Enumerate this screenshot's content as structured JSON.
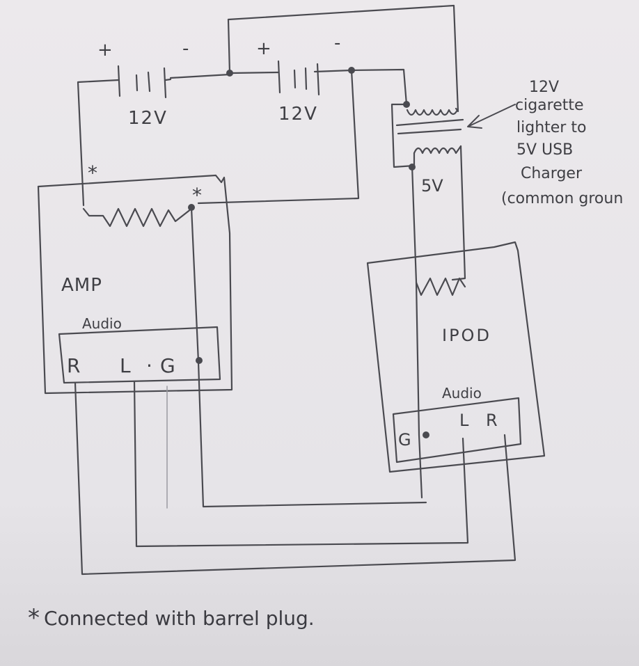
{
  "battery_left": {
    "plus": "+",
    "minus": "-",
    "voltage": "12V"
  },
  "battery_right": {
    "plus": "+",
    "minus": "-",
    "voltage": "12V"
  },
  "charger": {
    "lines": [
      "12V",
      "cigarette",
      "lighter to",
      "5V USB",
      "Charger",
      "(common groun"
    ]
  },
  "charger_output": "5V",
  "amp": {
    "label": "AMP",
    "audio_label": "Audio",
    "terminals": [
      "R",
      "L",
      "·",
      "G"
    ]
  },
  "ipod": {
    "label": "IPOD",
    "audio_label": "Audio",
    "terminals": [
      "G",
      "L",
      "R"
    ]
  },
  "barrel_marker": "*",
  "note": {
    "marker": "*",
    "text": "Connected with barrel plug."
  },
  "ink_color": "#4a4a50"
}
